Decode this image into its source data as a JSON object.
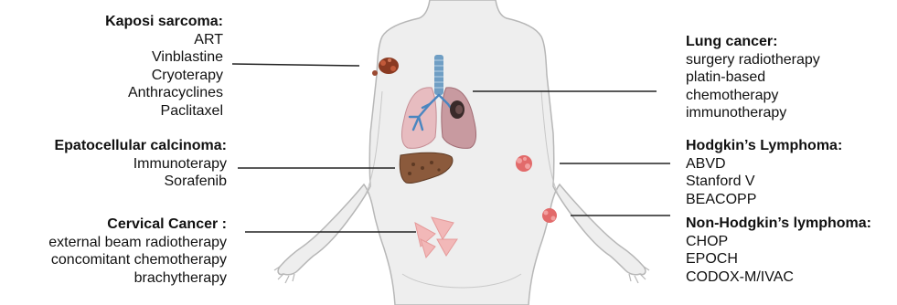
{
  "title": "",
  "colors": {
    "body_fill": "#eeeeee",
    "body_outline": "#b7b7b7",
    "lung_fill": "#e7bcc0",
    "lung_right_fill": "#c89aa0",
    "trachea": "#6f9ec4",
    "bronchi": "#4a86c0",
    "liver": "#8b5a3c",
    "tumor": "#8a3a22",
    "lymph": "#e26a6a",
    "cervix": "#f2b8b8",
    "leader_line": "#222222"
  },
  "labels": {
    "kaposi": {
      "heading": "Kaposi sarcoma:",
      "items": [
        "ART",
        "Vinblastine",
        "Cryoterapy",
        "Anthracyclines",
        "Paclitaxel"
      ]
    },
    "hcc": {
      "heading": "Epatocellular calcinoma:",
      "items": [
        "Immunoterapy",
        "Sorafenib"
      ]
    },
    "cervical": {
      "heading": "Cervical Cancer :",
      "items": [
        "external beam radiotherapy",
        "concomitant chemotherapy",
        "brachytherapy"
      ]
    },
    "lung": {
      "heading": "Lung cancer:",
      "items": [
        "surgery radiotherapy",
        "platin-based",
        "chemotherapy",
        "immunotherapy"
      ]
    },
    "hodgkin": {
      "heading": "Hodgkin’s Lymphoma:",
      "items": [
        "ABVD",
        "Stanford V",
        "BEACOPP"
      ]
    },
    "nhl": {
      "heading": "Non-Hodgkin’s lymphoma:",
      "items": [
        "CHOP",
        "EPOCH",
        "CODOX-M/IVAC"
      ]
    }
  }
}
